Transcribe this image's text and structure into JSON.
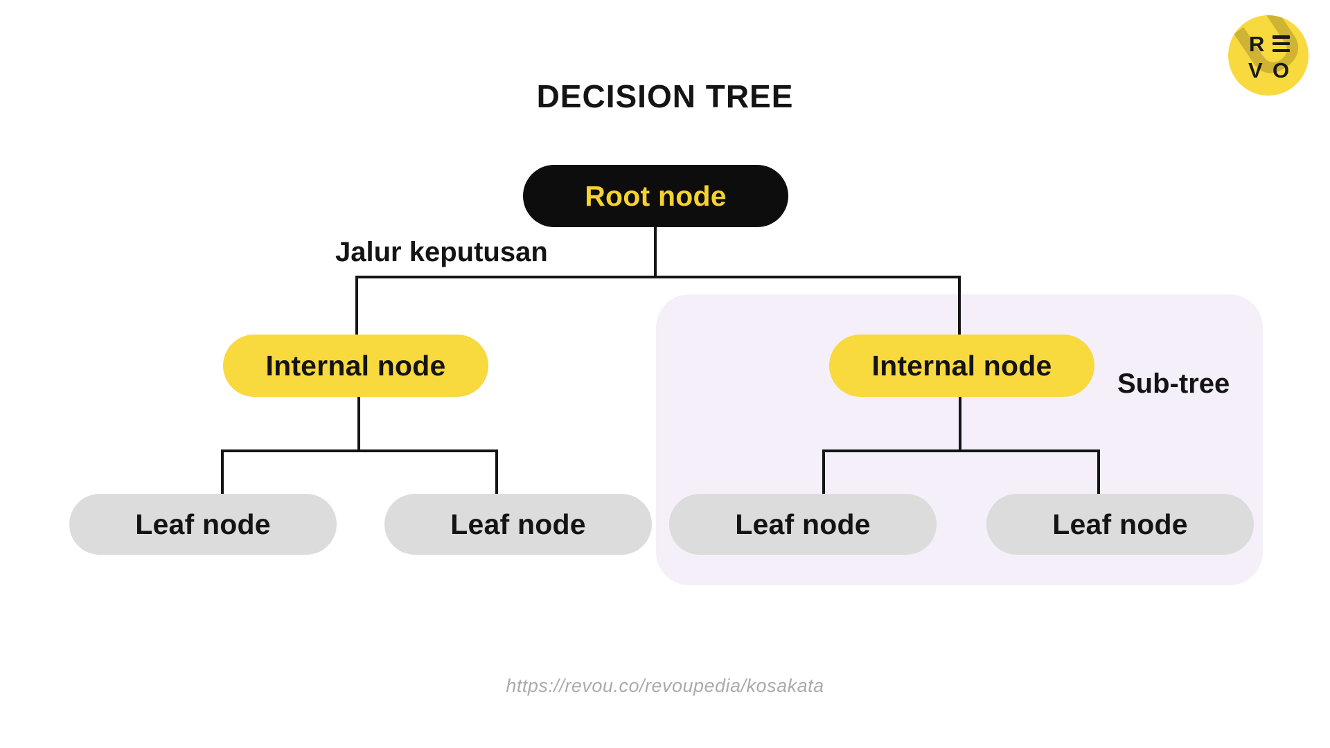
{
  "title": "DECISION TREE",
  "logo": {
    "text": "REVO",
    "letters": [
      "R",
      "E",
      "V",
      "O"
    ],
    "watermark": "U"
  },
  "diagram": {
    "type": "tree",
    "root": {
      "label": "Root node"
    },
    "edge_label": "Jalur keputusan",
    "internal_left": {
      "label": "Internal node"
    },
    "internal_right": {
      "label": "Internal node"
    },
    "subtree_label": "Sub-tree",
    "leaves": [
      {
        "label": "Leaf node"
      },
      {
        "label": "Leaf node"
      },
      {
        "label": "Leaf node"
      },
      {
        "label": "Leaf node"
      }
    ],
    "tree": {
      "label": "Root node",
      "children": [
        {
          "label": "Internal node",
          "children": [
            {
              "label": "Leaf node"
            },
            {
              "label": "Leaf node"
            }
          ]
        },
        {
          "label": "Internal node",
          "subtree": "Sub-tree",
          "children": [
            {
              "label": "Leaf node"
            },
            {
              "label": "Leaf node"
            }
          ]
        }
      ]
    }
  },
  "footer": {
    "url": "https://revou.co/revoupedia/kosakata"
  },
  "colors": {
    "bg": "#ffffff",
    "ink": "#141414",
    "dark": "#0D0D0D",
    "yellow": "#F8D93E",
    "root-text": "#F5D22E",
    "gray": "#DCDCDC",
    "lavender": "#F4EFF9",
    "line": "#141414",
    "muted": "#ABABAB",
    "logo-watermark": "#8a7a20"
  }
}
